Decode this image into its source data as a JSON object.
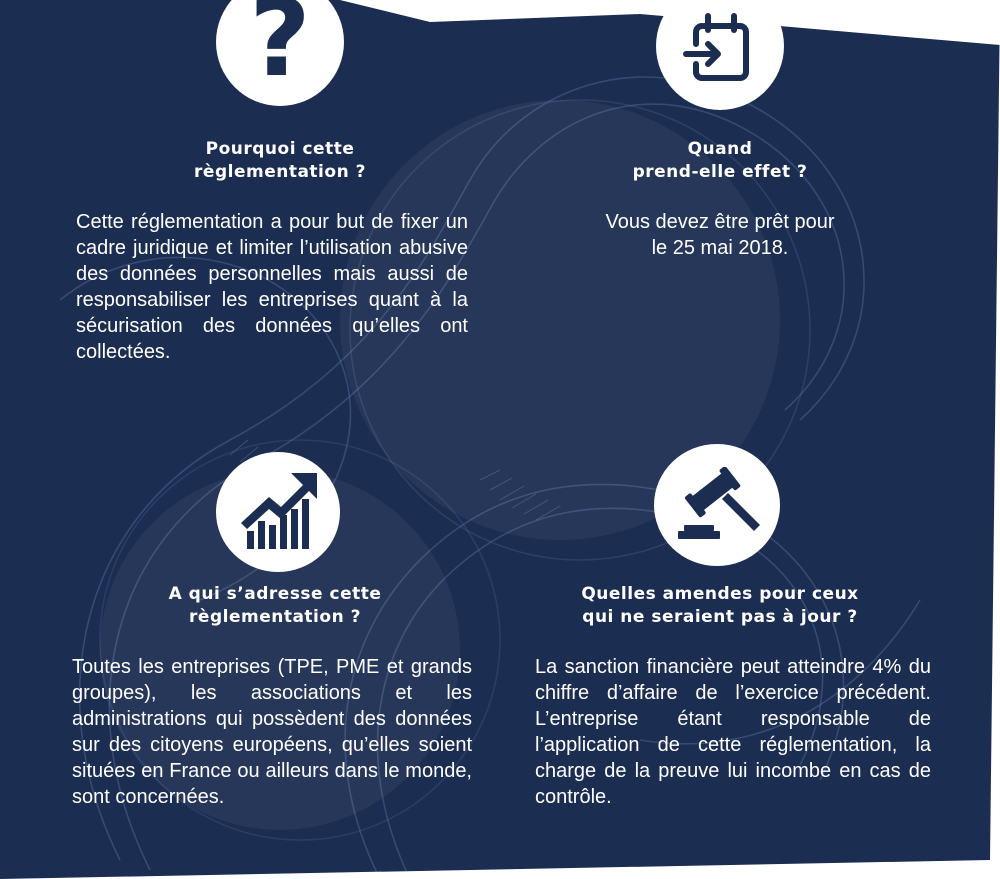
{
  "colors": {
    "background": "#1c2d52",
    "text": "#ffffff",
    "icon_bg": "#ffffff",
    "icon_fg": "#1c2d52"
  },
  "sections": [
    {
      "icon": "question-mark-icon",
      "icon_glyph": "?",
      "title_lines": [
        "Pourquoi cette",
        "règlementation ?"
      ],
      "body": "Cette réglementation a pour but de fixer un cadre juridique et limiter l’utilisation abusive des données personnelles mais aussi de responsabiliser les entreprises quant à la sécurisation des données qu’elles ont collectées."
    },
    {
      "icon": "calendar-enter-icon",
      "title_lines": [
        "Quand",
        "prend-elle effet ?"
      ],
      "body_lines": [
        "Vous devez être prêt pour",
        "le 25 mai 2018."
      ]
    },
    {
      "icon": "growth-chart-icon",
      "title_lines": [
        "A qui s’adresse cette",
        "règlementation ?"
      ],
      "body": "Toutes les entreprises (TPE, PME et grands groupes), les associations et les administrations qui possèdent des données sur des citoyens européens, qu’elles soient situées en France ou ailleurs dans le monde, sont concernées."
    },
    {
      "icon": "gavel-icon",
      "title_lines": [
        "Quelles amendes pour ceux",
        "qui ne seraient pas à jour ?"
      ],
      "body": "La sanction financière peut atteindre 4% du chiffre d’affaire de l’exercice précédent. L’entreprise étant responsable de l’application de cette réglementation, la charge de la preuve lui incombe en cas de contrôle."
    }
  ]
}
